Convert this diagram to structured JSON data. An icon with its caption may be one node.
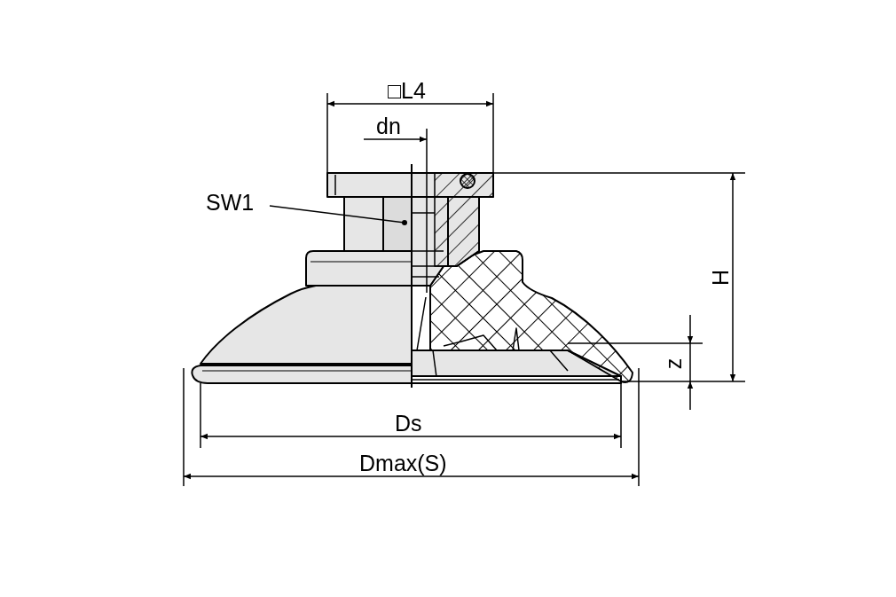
{
  "diagram": {
    "nodes": [
      {
        "text": [
          "SW1"
        ]
      },
      {
        "text": [],
        "shape": "picture"
      }
    ],
    "edges": [
      {
        "from": 0,
        "to": 1,
        "arrow": "other"
      }
    ],
    "labels": [
      "□L4",
      "dn",
      "H",
      "z",
      "Ds",
      "Dmax(S)"
    ]
  }
}
